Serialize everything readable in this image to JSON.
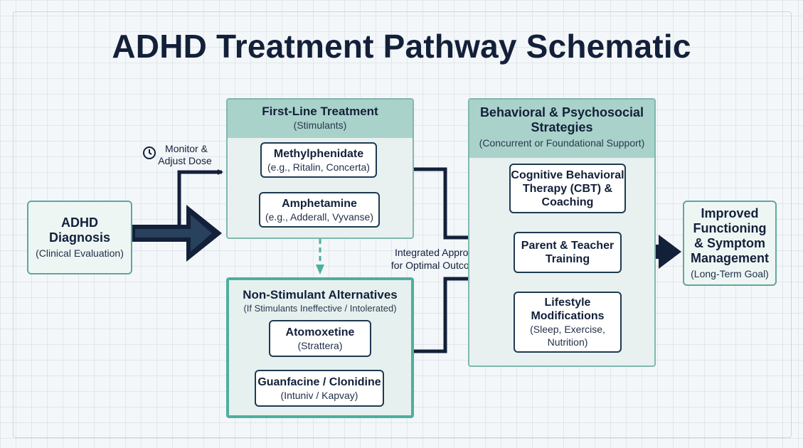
{
  "title": "ADHD Treatment Pathway Schematic",
  "diagnosis": {
    "title": "ADHD Diagnosis",
    "subtitle": "(Clinical Evaluation)"
  },
  "monitor_note": {
    "line1": "Monitor &",
    "line2": "Adjust Dose",
    "icon": "clock-icon"
  },
  "first_line": {
    "title": "First-Line Treatment",
    "subtitle": "(Stimulants)",
    "items": [
      {
        "title": "Methylphenidate",
        "subtitle": "(e.g., Ritalin, Concerta)"
      },
      {
        "title": "Amphetamine",
        "subtitle": "(e.g., Adderall, Vyvanse)"
      }
    ]
  },
  "non_stimulant": {
    "title": "Non-Stimulant Alternatives",
    "subtitle": "(If Stimulants Ineffective / Intolerated)",
    "items": [
      {
        "title": "Atomoxetine",
        "subtitle": "(Strattera)"
      },
      {
        "title": "Guanfacine / Clonidine",
        "subtitle": "(Intuniv / Kapvay)"
      }
    ]
  },
  "integrated_note": {
    "line1": "Integrated Approach",
    "line2": "for Optimal Outcomes"
  },
  "behavioral": {
    "title_line1": "Behavioral & Psychosocial",
    "title_line2": "Strategies",
    "subtitle": "(Concurrent or Foundational Support)",
    "items": [
      {
        "line1": "Cognitive Behavioral",
        "line2": "Therapy (CBT) &",
        "line3": "Coaching"
      },
      {
        "line1": "Parent & Teacher",
        "line2": "Training"
      },
      {
        "title": "Lifestyle",
        "title2": "Modifications",
        "sub1": "(Sleep, Exercise,",
        "sub2": "Nutrition)"
      }
    ]
  },
  "outcome": {
    "line1": "Improved",
    "line2": "Functioning",
    "line3": "& Symptom",
    "line4": "Management",
    "subtitle": "(Long-Term Goal)"
  },
  "colors": {
    "navy": "#13203a",
    "teal_border": "#7fb8af",
    "teal_header": "#a9d2ca",
    "teal_accent": "#4fae9e",
    "panel_fill": "#e8f1f0"
  }
}
